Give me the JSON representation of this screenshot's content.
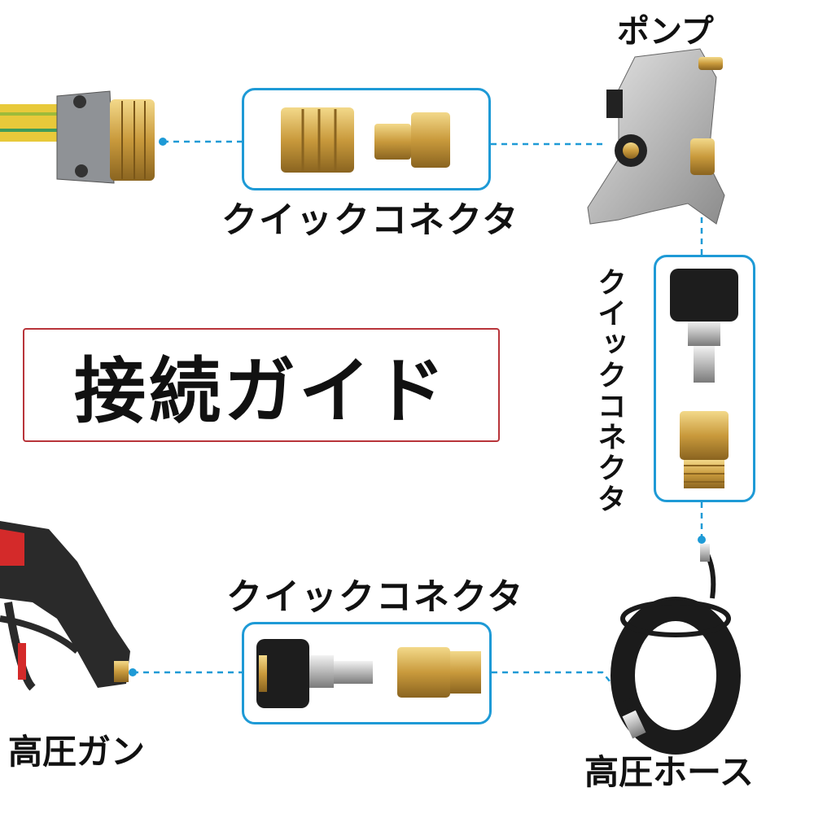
{
  "title": "接続ガイド",
  "labels": {
    "pump": "ポンプ",
    "quick_connector_top": "クイックコネクタ",
    "quick_connector_right": "クイックコネクタ",
    "quick_connector_bottom": "クイックコネクタ",
    "spray_gun": "高圧ガン",
    "hose": "高圧ホース"
  },
  "colors": {
    "connector_line": "#1e9ad6",
    "title_border": "#b8343a",
    "brass": "#d4a84a"
  }
}
